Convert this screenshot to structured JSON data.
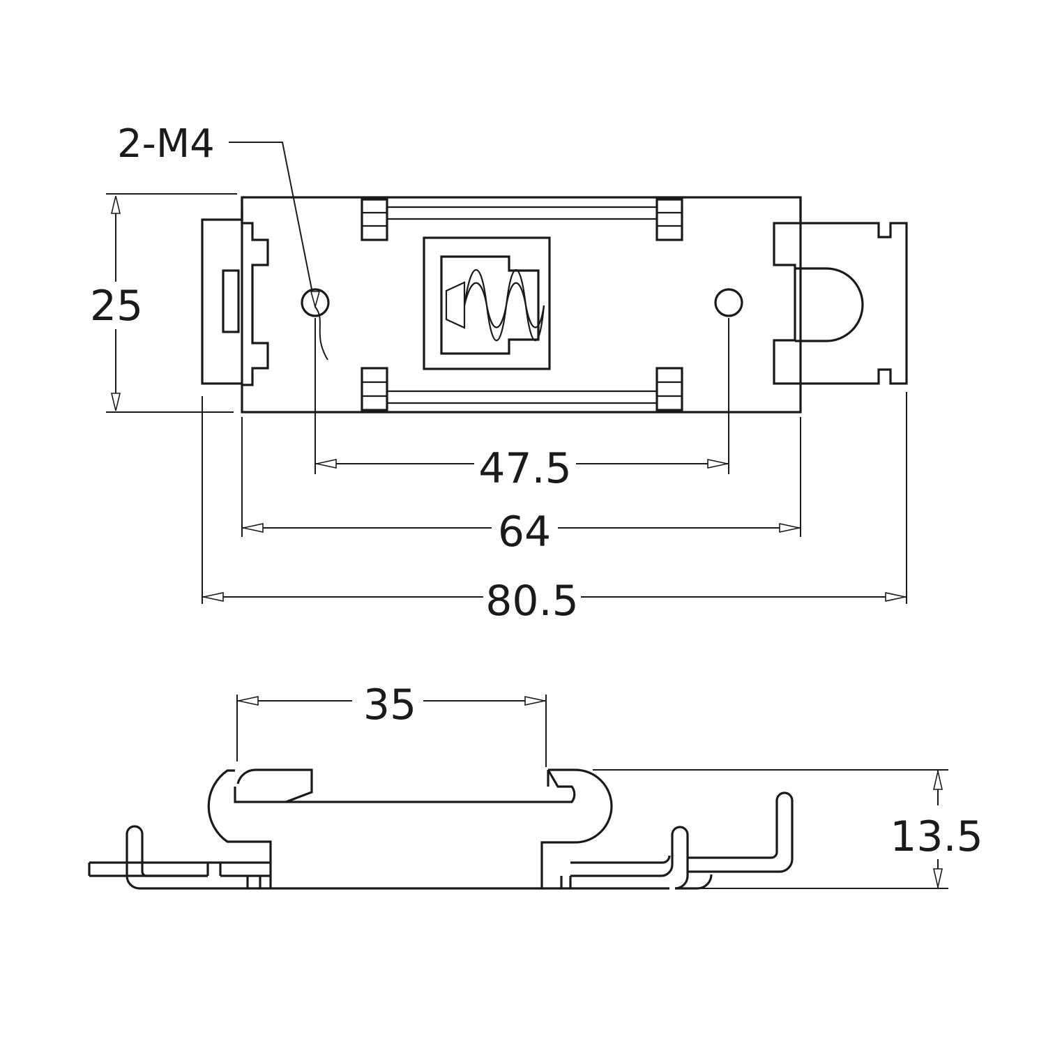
{
  "top_view": {
    "thread_callout": "2-M4",
    "dimensions": {
      "height": "25",
      "hole_spacing": "47.5",
      "body_width": "64",
      "overall_length": "80.5"
    }
  },
  "side_view": {
    "dimensions": {
      "clip_span": "35",
      "height": "13.5"
    }
  },
  "colors": {
    "line": "#1a1a1a",
    "background": "#ffffff"
  }
}
